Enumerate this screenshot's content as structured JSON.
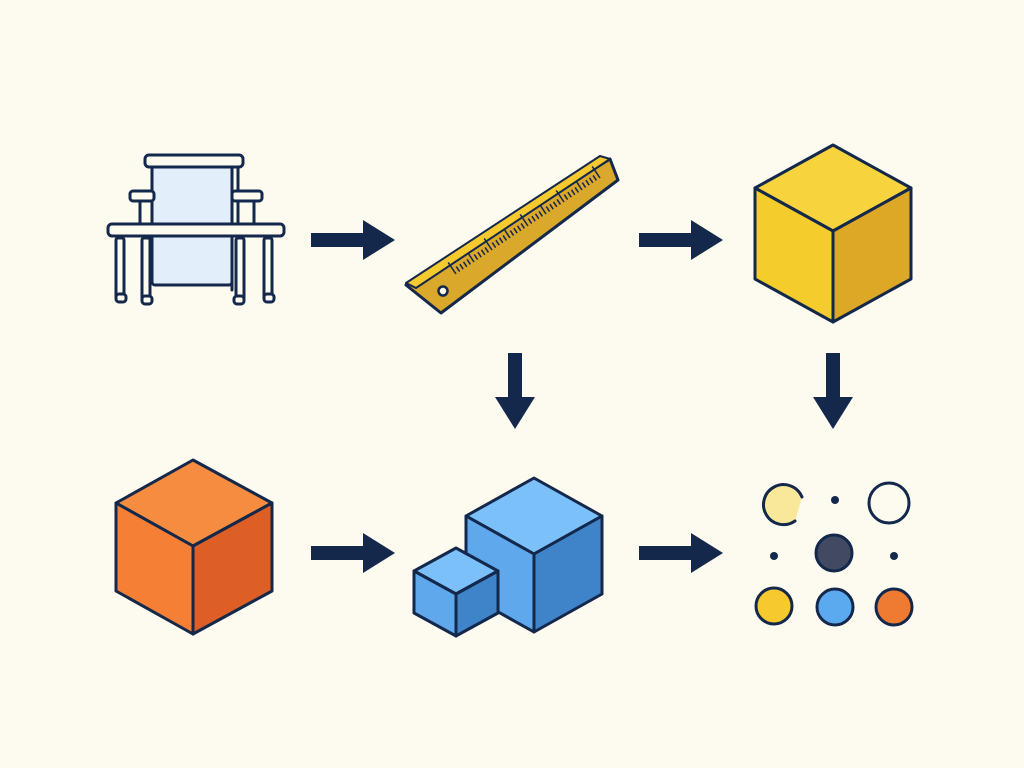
{
  "diagram": {
    "colors": {
      "background": "#FDFAF0",
      "outline": "#14284B",
      "arrow": "#14284B",
      "table_panel": "#E3EEFB",
      "ruler_yellow": "#F6C92F",
      "ruler_edge": "#DAA82A",
      "yellow_top": "#F7D33E",
      "yellow_left": "#F4CD2C",
      "yellow_right": "#DDA825",
      "orange_top": "#F58C3F",
      "orange_left": "#F47F35",
      "orange_right": "#DD5F25",
      "blue_top": "#7CC0FA",
      "blue_left": "#5FA8EC",
      "blue_right": "#3F84C9",
      "dot_yellow": "#F6C92F",
      "dot_blue": "#5BAAF0",
      "dot_orange": "#EF7A32",
      "dot_pale_yellow": "#FAE89A",
      "dot_dark": "#414A62"
    },
    "nodes": [
      {
        "name": "table-icon",
        "role": "furniture"
      },
      {
        "name": "ruler-icon",
        "role": "measurement"
      },
      {
        "name": "yellow-cube-icon",
        "role": "solid block"
      },
      {
        "name": "orange-cube-icon",
        "role": "solid block"
      },
      {
        "name": "blue-cubes-icon",
        "role": "large and small blocks"
      },
      {
        "name": "particles-icon",
        "role": "scattered circles"
      }
    ],
    "edges": [
      {
        "from": "table-icon",
        "to": "ruler-icon",
        "direction": "right"
      },
      {
        "from": "ruler-icon",
        "to": "yellow-cube-icon",
        "direction": "right"
      },
      {
        "from": "ruler-icon",
        "to": "blue-cubes-icon",
        "direction": "down"
      },
      {
        "from": "yellow-cube-icon",
        "to": "particles-icon",
        "direction": "down"
      },
      {
        "from": "orange-cube-icon",
        "to": "blue-cubes-icon",
        "direction": "right"
      },
      {
        "from": "blue-cubes-icon",
        "to": "particles-icon",
        "direction": "right"
      }
    ]
  }
}
